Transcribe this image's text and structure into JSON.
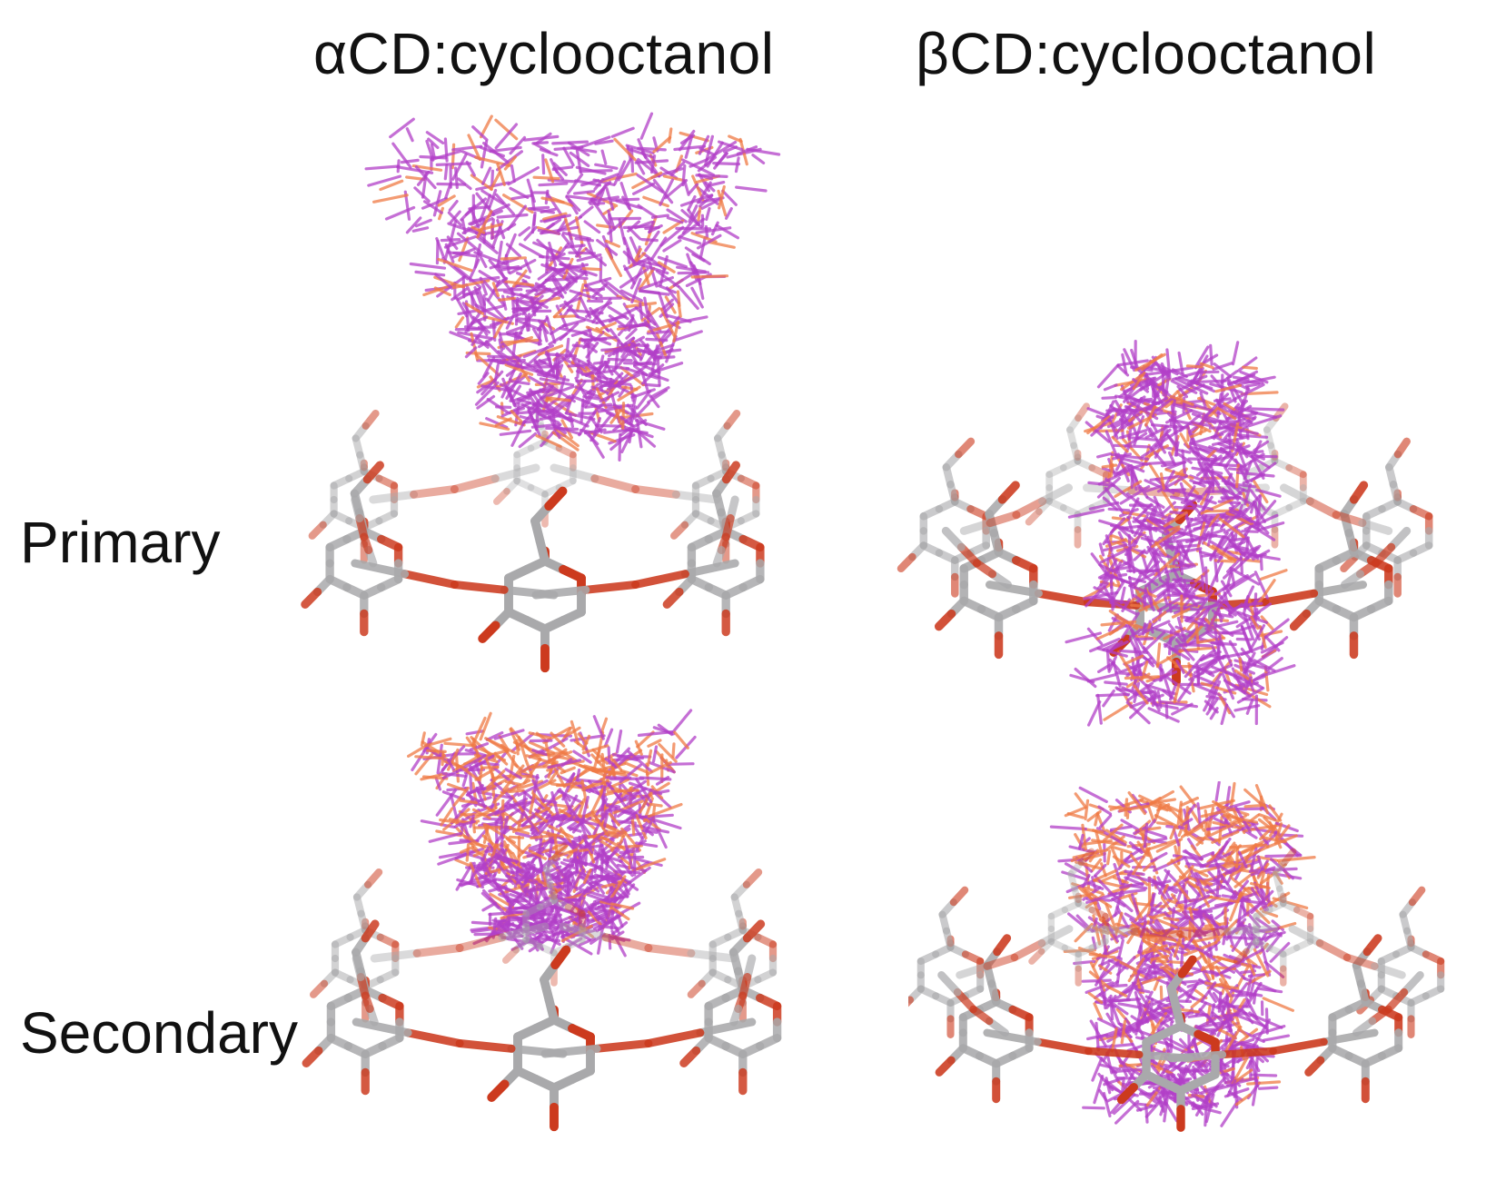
{
  "columns": {
    "alpha_title": "αCD:cyclooctanol",
    "beta_title": "βCD:cyclooctanol"
  },
  "rows": {
    "primary_label": "Primary",
    "secondary_label": "Secondary"
  },
  "colors": {
    "carbon": "#a9a9ab",
    "carbon_faded": "#dcdcde",
    "oxygen": "#cc3a1e",
    "guest_carbon": "#b23fc8",
    "guest_oxygen": "#f07a45"
  }
}
